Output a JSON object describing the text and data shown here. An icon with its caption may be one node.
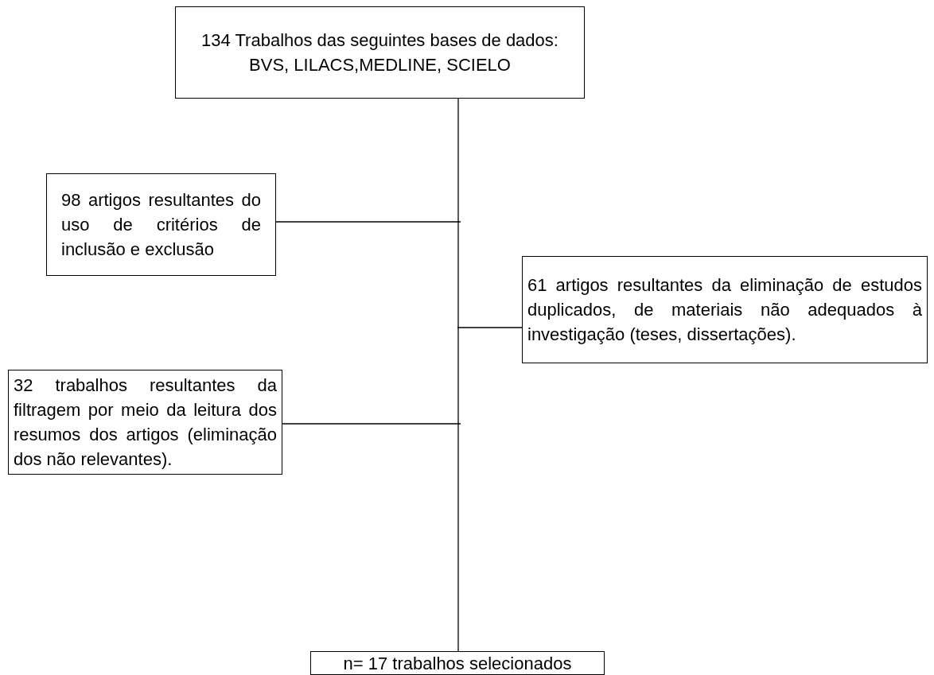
{
  "diagram": {
    "nodes": [
      {
        "text": [
          "134 Trabalhos das seguintes bases de dados: BVS, LILACS,MEDLINE, SCIELO"
        ]
      },
      {
        "text": [
          "98 artigos resultantes do uso de critérios de inclusão e exclusão"
        ]
      },
      {
        "text": [
          "61 artigos resultantes da eliminação de estudos duplicados, de materiais não adequados à investigação (teses, dissertações)."
        ]
      },
      {
        "text": [
          "32 trabalhos resultantes da filtragem por meio da leitura dos resumos dos artigos (eliminação dos não relevantes)."
        ]
      },
      {
        "text": [
          "n= 17 trabalhos selecionados"
        ]
      }
    ],
    "edges": [
      {
        "from": 0,
        "to": 4,
        "arrow": "none"
      },
      {
        "from": 1,
        "to": null,
        "arrow": "none"
      },
      {
        "from": 2,
        "to": null,
        "arrow": "none"
      },
      {
        "from": 3,
        "to": null,
        "arrow": "none"
      }
    ]
  }
}
